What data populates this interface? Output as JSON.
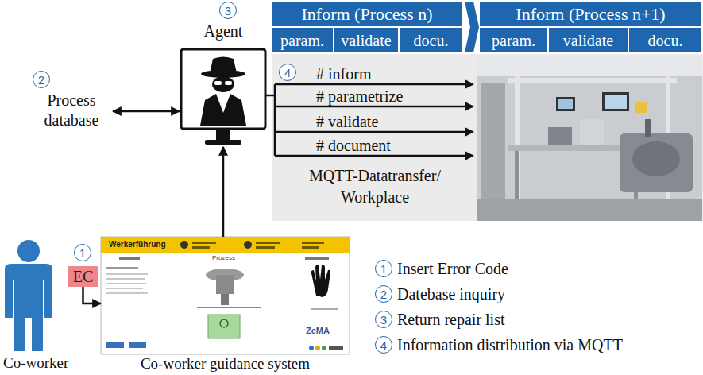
{
  "diagram": {
    "nodes": [
      {
        "text": [
          "Inform (Process n)"
        ]
      },
      {
        "text": [
          "param."
        ],
        "in": 0
      },
      {
        "text": [
          "validate"
        ],
        "in": 0
      },
      {
        "text": [
          "docu."
        ],
        "in": 0
      },
      {
        "text": [
          "Inform (Process n+1)"
        ]
      },
      {
        "text": [
          "param."
        ],
        "in": 4
      },
      {
        "text": [
          "validate"
        ],
        "in": 4
      },
      {
        "text": [
          "docu."
        ],
        "in": 4
      },
      {
        "text": [
          "3"
        ]
      },
      {
        "text": [
          "Agent"
        ]
      },
      {
        "text": [
          "2"
        ]
      },
      {
        "text": [
          "Process database"
        ]
      },
      {
        "text": [
          "# inform",
          "# parametrize",
          "# validate",
          "# document",
          "MQTT-Datatransfer/ Workplace"
        ]
      },
      {
        "text": [
          "4"
        ],
        "in": 12
      },
      {
        "text": [
          "1"
        ]
      },
      {
        "text": [
          "EC"
        ]
      },
      {
        "text": [
          "Werkerführung",
          "Prozess",
          "ZeMA",
          "Co-worker guidance system"
        ]
      },
      {
        "text": [
          "1"
        ]
      },
      {
        "text": [
          "2"
        ]
      },
      {
        "text": [
          "3"
        ]
      },
      {
        "text": [
          "4"
        ]
      }
    ],
    "edges": [
      {
        "from": 11,
        "to": 9,
        "arrow": "both"
      },
      {
        "from": 16,
        "to": 9,
        "arrow": "to"
      },
      {
        "from": 15,
        "to": 16,
        "arrow": "to"
      }
    ],
    "labels": [
      "Co-worker",
      "Insert Error Code",
      "Datebase inquiry",
      "Return repair list",
      "Information distribution via MQTT"
    ]
  }
}
